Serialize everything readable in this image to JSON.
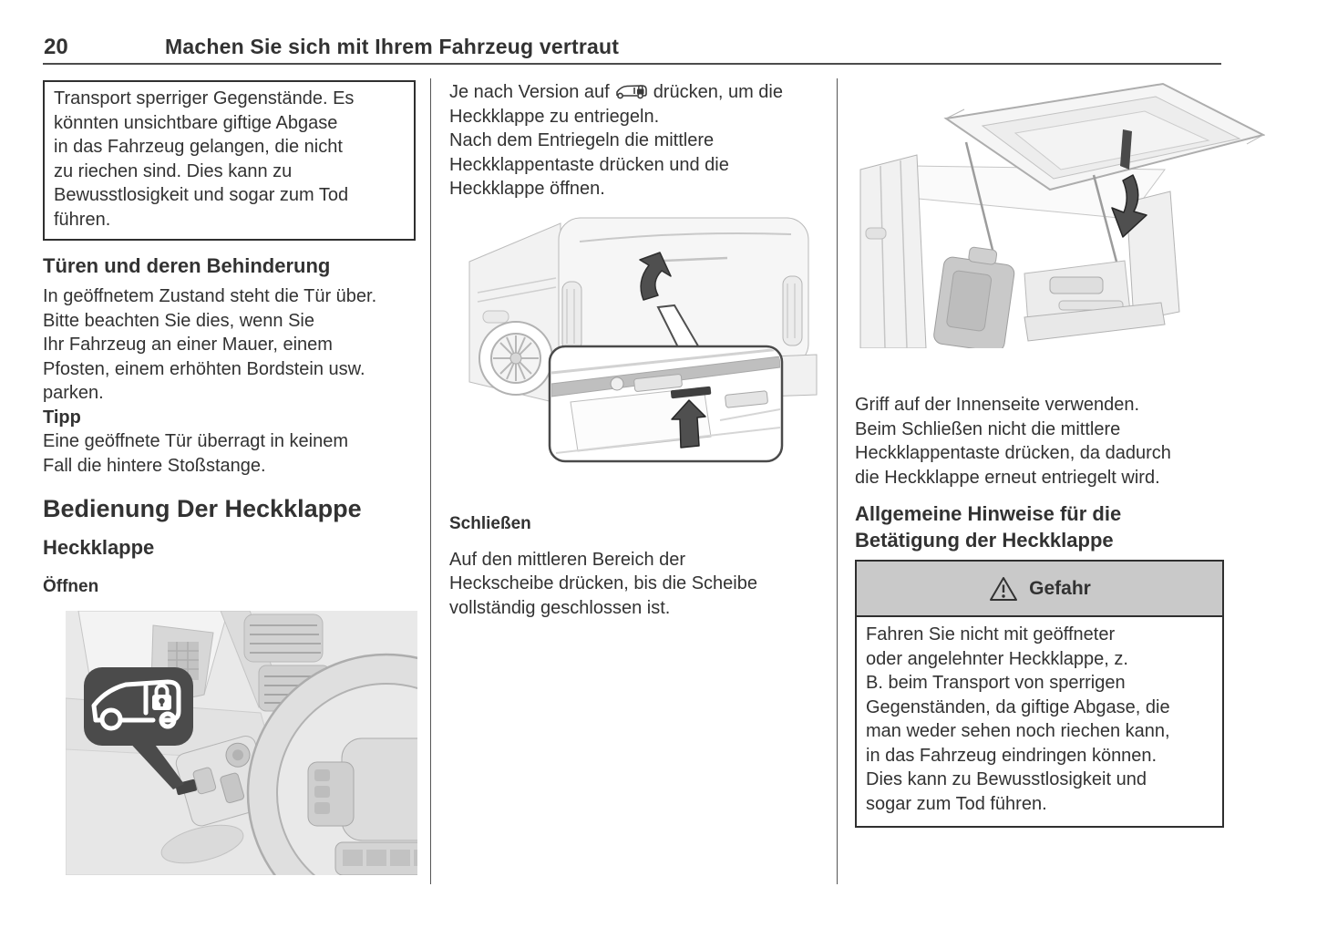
{
  "page": {
    "number": "20",
    "title": "Machen Sie sich mit Ihrem Fahrzeug vertraut"
  },
  "left": {
    "warning_box": {
      "text": "Transport sperriger Gegenstände. Es\nkönnten unsichtbare giftige Abgase\nin das Fahrzeug gelangen, die nicht\nzu riechen sind. Dies kann zu\nBewusstlosigkeit und sogar zum Tod\nführen."
    },
    "doors": {
      "heading": "Türen und deren Behinderung",
      "body": "In geöffnetem Zustand steht die Tür über.\nBitte beachten Sie dies, wenn Sie\nIhr Fahrzeug an einer Mauer, einem\nPfosten, einem erhöhten Bordstein usw.\nparken.",
      "tip_label": "Tipp",
      "tip_body": "Eine geöffnete Tür überragt in keinem\nFall die hintere Stoßstange."
    },
    "tailgate": {
      "heading": "Bedienung Der Heckklappe",
      "subheading": "Heckklappe",
      "open_label": "Öffnen"
    },
    "illustration_icon": "car-lock-icon"
  },
  "middle": {
    "unlock_before": "Je nach Version auf",
    "unlock_icon": "car-unlock-icon",
    "unlock_after": "drücken, um die\nHeckklappe zu entriegeln.",
    "unlock_step2": "Nach dem Entriegeln die mittlere\nHeckklappentaste drücken und die\nHeckklappe öffnen.",
    "close_heading": "Schließen",
    "close_body": "Auf den mittleren Bereich der\nHeckscheibe drücken, bis die Scheibe\nvollständig geschlossen ist."
  },
  "right": {
    "handle_note": "Griff auf der Innenseite verwenden.\nBeim Schließen nicht die mittlere\nHeckklappentaste drücken, da dadurch\ndie Heckklappe erneut entriegelt wird.",
    "general_heading": "Allgemeine Hinweise für die\nBetätigung der Heckklappe",
    "danger_box": {
      "icon": "warning-triangle-icon",
      "title": "Gefahr",
      "body": "Fahren Sie nicht mit geöffneter\noder angelehnter Heckklappe, z.\nB. beim Transport von sperrigen\nGegenständen, da giftige Abgase, die\nman weder sehen noch riechen kann,\nin das Fahrzeug eindringen können.\nDies kann zu Bewusstlosigkeit und\nsogar zum Tod führen."
    }
  },
  "colors": {
    "text": "#323232",
    "danger_header_bg": "#c9c9c9",
    "callout_bg": "#4b4b4b",
    "arrow_dark": "#4f4f4f",
    "box_border": "#2f2f2f"
  }
}
